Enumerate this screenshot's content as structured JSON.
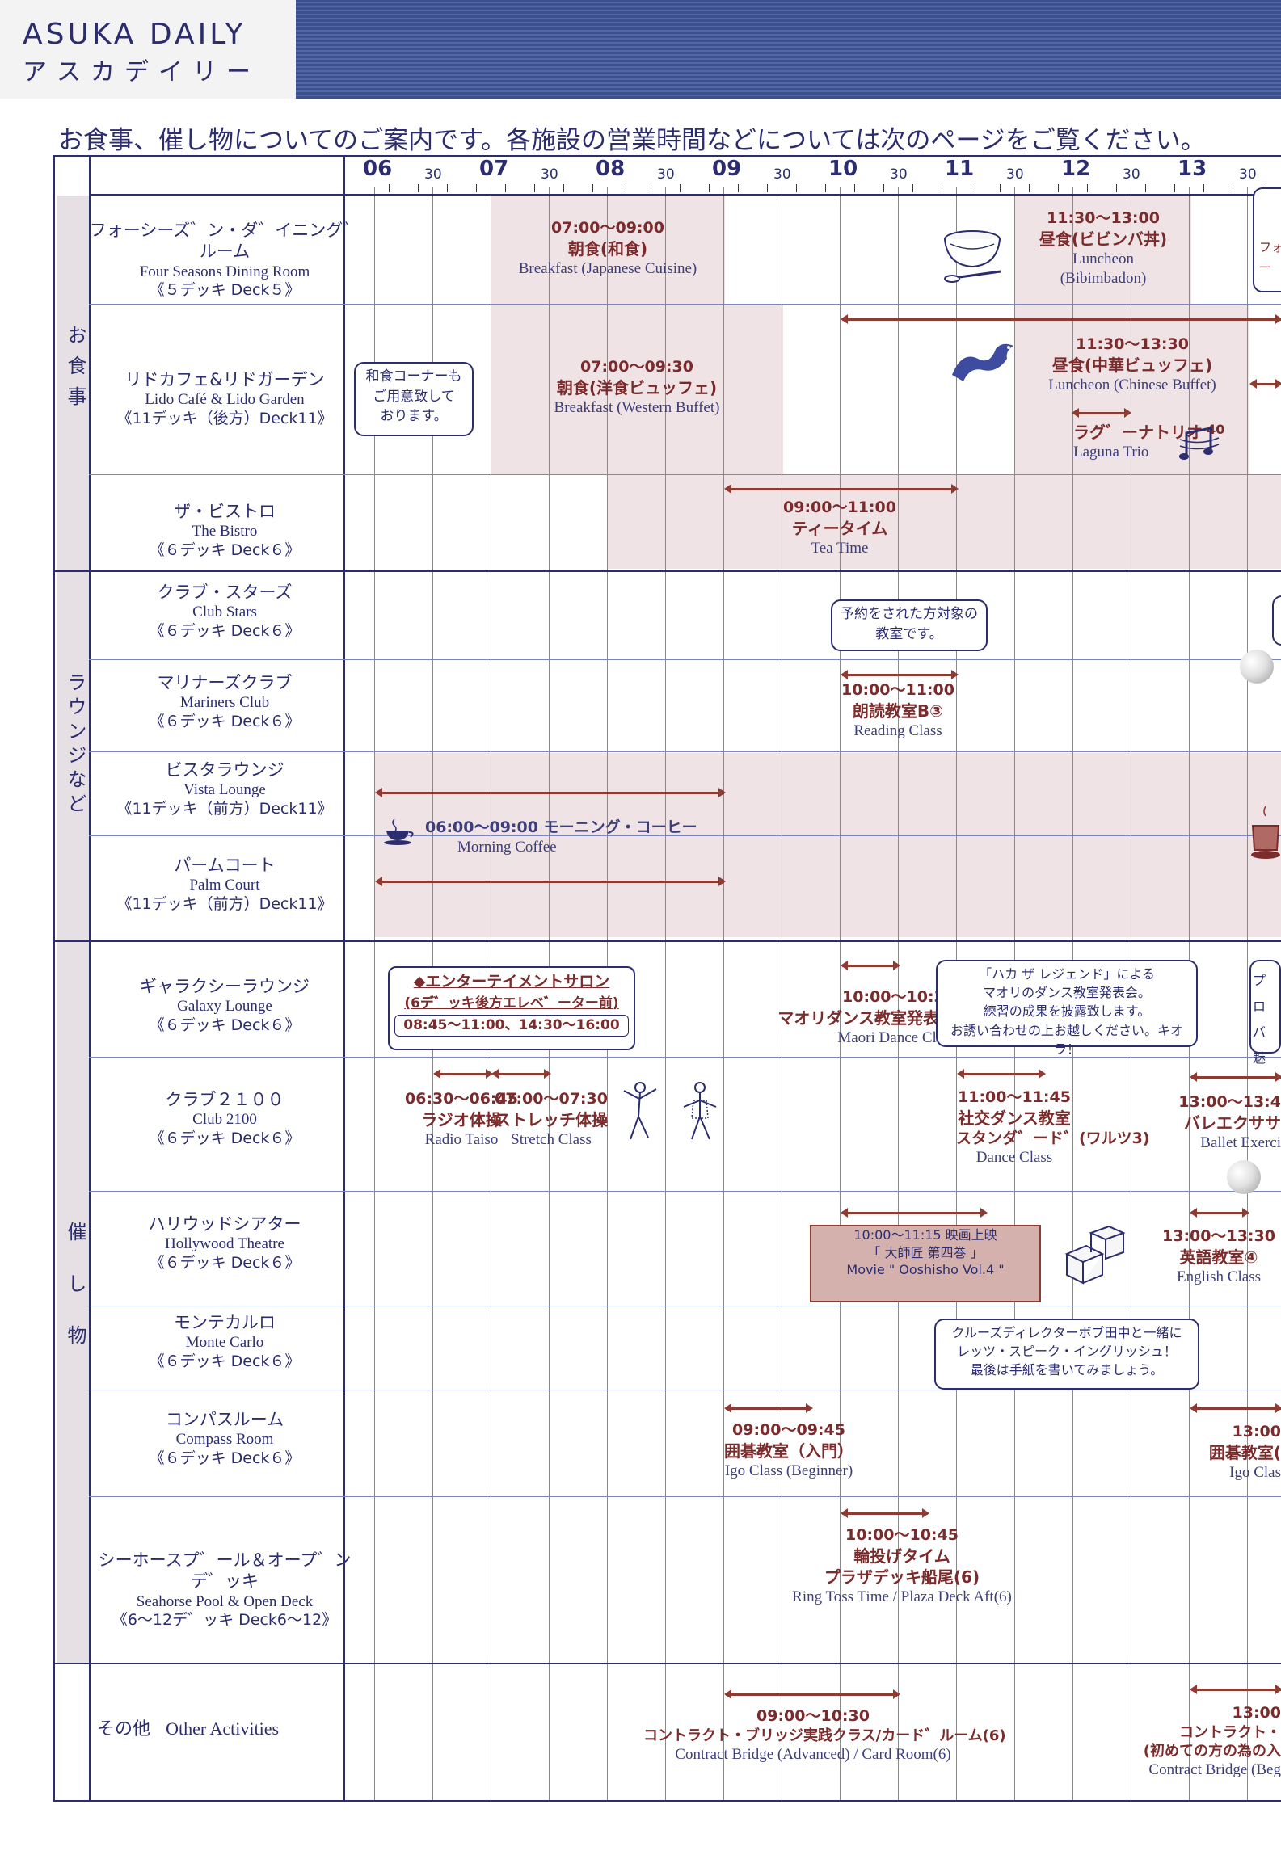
{
  "header": {
    "title_en": "ASUKA DAILY",
    "title_ja": "アスカデイリー"
  },
  "notice": "お食事、催し物についてのご案内です。各施設の営業時間などについては次のページをご覧ください。",
  "timeline": {
    "hours": [
      "06",
      "07",
      "08",
      "09",
      "10",
      "11",
      "12",
      "13"
    ],
    "half": "30"
  },
  "categories": {
    "dining": "お食事",
    "lounge": "ラウンジなど",
    "events": "催し物"
  },
  "venues": {
    "four_seasons": {
      "ja": "フォーシーズ゛ン・ダ゛イニング゛ルーム",
      "en": "Four Seasons Dining Room",
      "deck": "《５デッキ Deck５》"
    },
    "lido": {
      "ja": "リドカフェ&リドガーデン",
      "en": "Lido Café & Lido Garden",
      "deck": "《11デッキ（後方）Deck11》"
    },
    "bistro": {
      "ja": "ザ・ビストロ",
      "en": "The Bistro",
      "deck": "《６デッキ Deck６》"
    },
    "club_stars": {
      "ja": "クラブ・スターズ",
      "en": "Club Stars",
      "deck": "《６デッキ Deck６》"
    },
    "mariners": {
      "ja": "マリナーズクラブ",
      "en": "Mariners Club",
      "deck": "《６デッキ Deck６》"
    },
    "vista": {
      "ja": "ビスタラウンジ",
      "en": "Vista Lounge",
      "deck": "《11デッキ（前方）Deck11》"
    },
    "palm": {
      "ja": "パームコート",
      "en": "Palm Court",
      "deck": "《11デッキ（前方）Deck11》"
    },
    "galaxy": {
      "ja": "ギャラクシーラウンジ",
      "en": "Galaxy Lounge",
      "deck": "《６デッキ Deck６》"
    },
    "club2100": {
      "ja": "クラブ２１００",
      "en": "Club 2100",
      "deck": "《６デッキ Deck６》"
    },
    "hollywood": {
      "ja": "ハリウッドシアター",
      "en": "Hollywood Theatre",
      "deck": "《６デッキ Deck６》"
    },
    "monte": {
      "ja": "モンテカルロ",
      "en": "Monte Carlo",
      "deck": "《６デッキ Deck６》"
    },
    "compass": {
      "ja": "コンパスルーム",
      "en": "Compass Room",
      "deck": "《６デッキ Deck６》"
    },
    "seahorse": {
      "ja": "シーホースプ゛ール＆オープ゛ンデ゛ッキ",
      "en": "Seahorse Pool & Open Deck",
      "deck": "《6～12デ゛ッキ Deck6～12》"
    },
    "other": {
      "ja": "その他",
      "en": "Other Activities"
    }
  },
  "events": {
    "fs_breakfast": {
      "time": "07:00～09:00",
      "ja": "朝食(和食)",
      "en": "Breakfast (Japanese Cuisine)"
    },
    "fs_lunch": {
      "time": "11:30～13:00",
      "ja": "昼食(ビビンバ丼)",
      "en": "Luncheon",
      "en2": "(Bibimbadon)"
    },
    "fs_cut": "フォー",
    "lido_bubble": {
      "l1": "和食コーナーも",
      "l2": "ご用意致して",
      "l3": "おります。"
    },
    "lido_breakfast": {
      "time": "07:00～09:30",
      "ja": "朝食(洋食ビュッフェ)",
      "en": "Breakfast (Western Buffet)"
    },
    "lido_lunch": {
      "time": "11:30～13:30",
      "ja": "昼食(中華ビュッフェ)",
      "en": "Luncheon (Chinese Buffet)"
    },
    "laguna": {
      "ja": "ラグ゛ーナトリオ",
      "num": "40",
      "en": "Laguna Trio"
    },
    "tea": {
      "time": "09:00～11:00",
      "ja": "ティータイム",
      "en": "Tea Time"
    },
    "stars_bubble": {
      "l1": "予約をされた方対象の",
      "l2": "教室です。"
    },
    "reading": {
      "time": "10:00～11:00",
      "ja": "朗読教室B③",
      "en": "Reading Class"
    },
    "coffee": {
      "ja": "06:00～09:00 モーニング・コーヒー",
      "en": "Morning  Coffee"
    },
    "salon": {
      "l1": "◆エンターテイメントサロン",
      "l2": "(6デ゛ッキ後方エレベ゛ーター前)",
      "l3": "08:45～11:00、14:30～16:00"
    },
    "maori": {
      "time": "10:00～10:30",
      "ja": "マオリダンス教室発表会",
      "en": "Maori Dance Class"
    },
    "maori_bubble": {
      "l1": "「ハカ ザ レジェンド」による",
      "l2": "マオリのダンス教室発表会。",
      "l3": "練習の成果を披露致します。",
      "l4": "お誘い合わせの上お越しください。キオラ！"
    },
    "galaxy_cut": {
      "l1": "プロ",
      "l2": "バ",
      "l3": "魅"
    },
    "radio": {
      "time": "06:30～06:45",
      "ja": "ラジオ体操",
      "en": "Radio Taiso"
    },
    "stretch": {
      "time": "07:00～07:30",
      "ja": "ストレッチ体操",
      "en": "Stretch Class"
    },
    "dance": {
      "time": "11:00～11:45",
      "ja": "社交ダンス教室",
      "ja2": "スタンダ゛ード゛(ワルツ3)",
      "en": "Dance Class"
    },
    "ballet": {
      "time": "13:00～13:4",
      "ja": "バレエクササ",
      "en": "Ballet Exerci"
    },
    "movie": {
      "time": "10:00～11:15  映画上映",
      "ja": "「 大師匠  第四巻  」",
      "en": "Movie \" Ooshisho Vol.4 \""
    },
    "english": {
      "time": "13:00～13:30",
      "ja": "英語教室④",
      "en": "English Class"
    },
    "english_bubble": {
      "l1": "クルーズディレクターボブ田中と一緒に",
      "l2": "レッツ・スピーク・イングリッシュ！",
      "l3": "最後は手紙を書いてみましょう。"
    },
    "igo": {
      "time": "09:00～09:45",
      "ja": "囲碁教室（入門）",
      "en": "Igo Class (Beginner)"
    },
    "igo2": {
      "time": "13:00",
      "ja": "囲碁教室(",
      "en": "Igo Clas"
    },
    "ringtoss": {
      "time": "10:00～10:45",
      "ja": "輪投げタイム",
      "ja2": "プラザデッキ船尾(6)",
      "en": "Ring Toss Time / Plaza Deck Aft(6)"
    },
    "bridge": {
      "time": "09:00～10:30",
      "ja": "コントラクト・ブリッジ実践クラス/カード゛ルーム(6)",
      "en": "Contract Bridge (Advanced) / Card Room(6)"
    },
    "bridge2": {
      "time": "13:00",
      "ja": "コントラクト・",
      "ja2": "(初めての方の為の入",
      "en": "Contract Bridge (Beg"
    }
  },
  "colors": {
    "navy": "#2b2d6e",
    "maroon": "#7b2b2b",
    "shade": "#efe3e6"
  }
}
